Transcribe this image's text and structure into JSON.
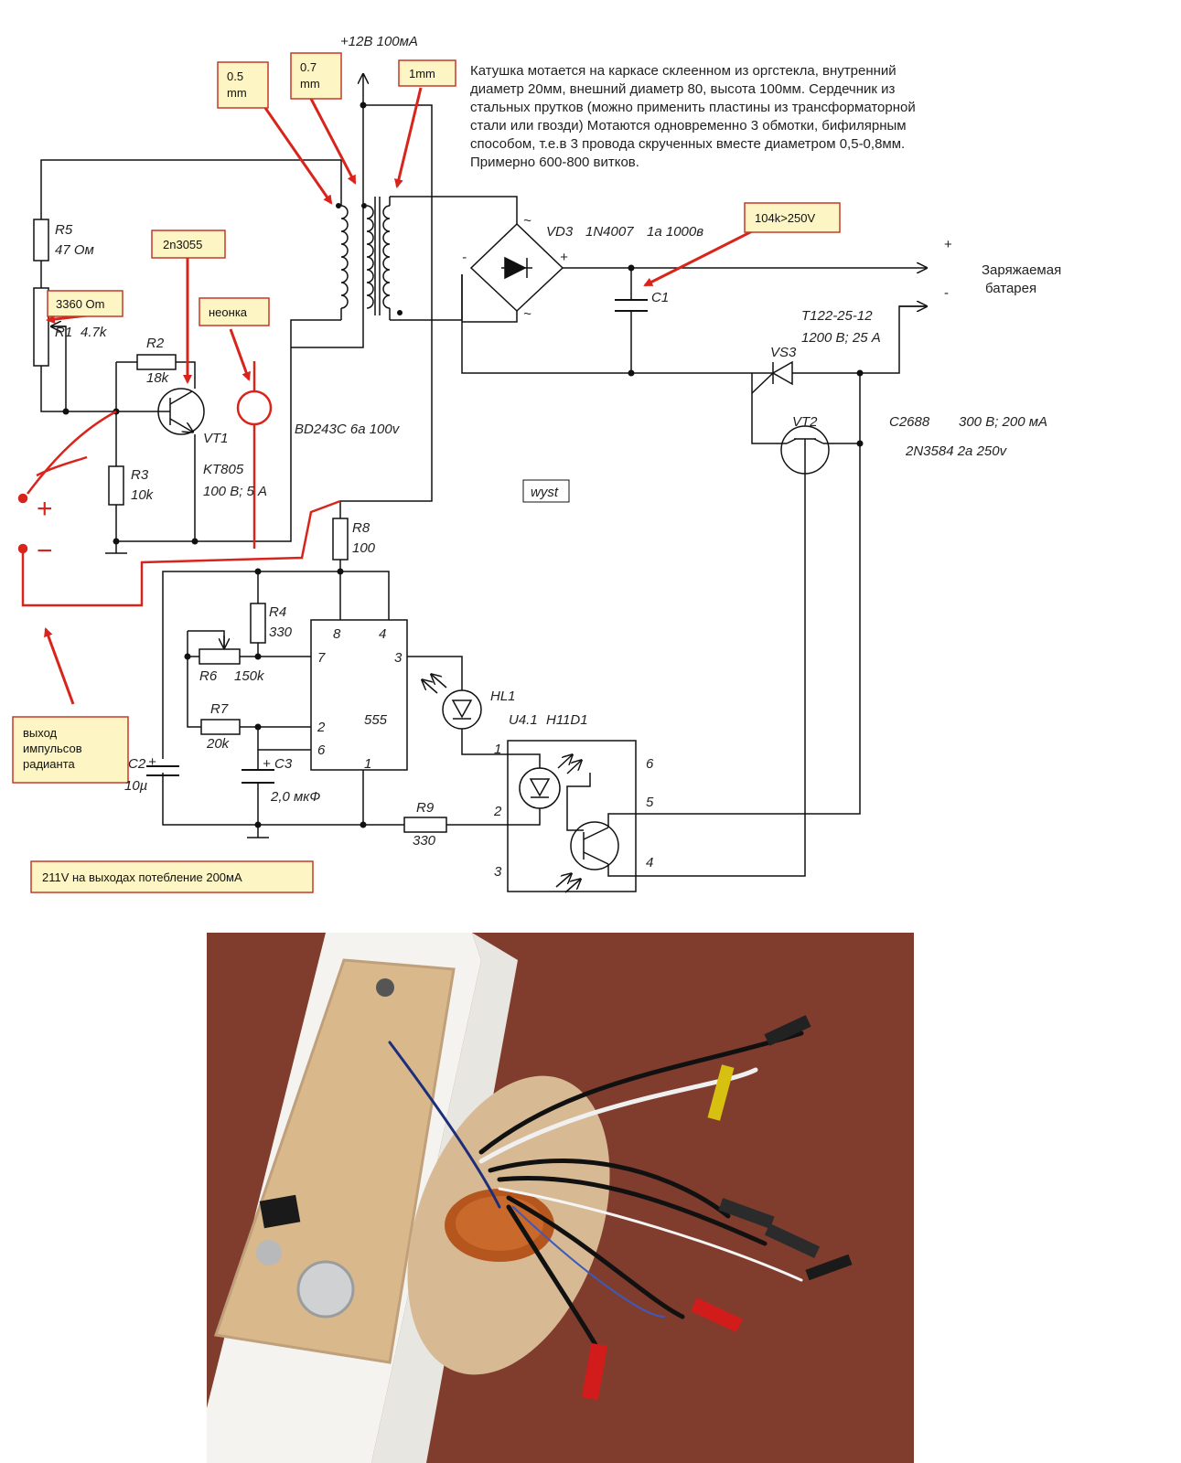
{
  "supply": {
    "label": "+12В 100мА"
  },
  "note": {
    "lines": [
      "Катушка мотается на каркасе склеенном из оргстекла, внутренний",
      "диаметр 20мм, внешний диаметр 80, высота 100мм. Сердечник из",
      "стальных прутков (можно применить пластины из трансформаторной",
      "стали или гвозди) Мотаются одновременно 3 обмотки, бифилярным",
      "способом, т.е.в 3 провода скрученных вместе диаметром 0,5-0,8мм.",
      "Примерно 600-800 витков."
    ]
  },
  "callouts": {
    "wire05": [
      "0.5",
      "mm"
    ],
    "wire07": [
      "0.7",
      "mm"
    ],
    "wire1": "1mm",
    "cap": "104k>250V",
    "r1": "3360 Om",
    "tr": "2n3055",
    "neon": "неонка",
    "output": [
      "выход",
      "импульсов",
      "радианта"
    ],
    "summary": "211V на выходах потебление 200мА"
  },
  "components": {
    "r5": {
      "name": "R5",
      "value": "47 Ом"
    },
    "r1": {
      "name": "R1",
      "value": "4.7k"
    },
    "r2": {
      "name": "R2",
      "value": "18k"
    },
    "r3": {
      "name": "R3",
      "value": "10k"
    },
    "vt1": {
      "name": "VT1",
      "type": "KT805",
      "rating": "100 В; 5 А"
    },
    "bd": "BD243C  6а 100v",
    "vd3": {
      "name": "VD3",
      "type": "1N4007",
      "rating": "1а 1000в"
    },
    "c1": {
      "name": "C1"
    },
    "vs3": {
      "name": "VS3",
      "type": "T122-25-12",
      "rating": "1200 В; 25 А"
    },
    "vt2": {
      "name": "VT2",
      "type": "C2688",
      "rating": "300 В; 200 мА",
      "alt": "2N3584  2а 250v"
    },
    "r8": {
      "name": "R8",
      "value": "100"
    },
    "r4": {
      "name": "R4",
      "value": "330"
    },
    "r6": {
      "name": "R6",
      "value": "150k"
    },
    "r7": {
      "name": "R7",
      "value": "20k"
    },
    "c2": {
      "name": "C2",
      "value": "10µ"
    },
    "c3": {
      "name": "C3",
      "value": "2,0 мкФ"
    },
    "r9": {
      "name": "R9",
      "value": "330"
    },
    "ic": {
      "name": "555"
    },
    "hl1": {
      "name": "HL1"
    },
    "u41": {
      "name": "U4.1",
      "type": "H11D1"
    },
    "stamp": "wyst"
  },
  "battery": {
    "label_1": "Заряжаемая",
    "label_2": "батарея",
    "plus": "+",
    "minus": "-"
  },
  "pins": {
    "p8": "8",
    "p4": "4",
    "p7": "7",
    "p3": "3",
    "p2": "2",
    "p6": "6",
    "p1": "1",
    "o1": "1",
    "o2": "2",
    "o3": "3",
    "o4": "4",
    "o5": "5",
    "o6": "6"
  },
  "bridge": {
    "plus": "+",
    "minus": "-",
    "ac": "~"
  },
  "c_plus": "+",
  "input_marks": {
    "plus": "+",
    "minus": "−"
  },
  "colors": {
    "wire": "#111111",
    "callout_fill": "#fdf5c4",
    "callout_border": "#c43a2a",
    "arrow": "#d9241c"
  }
}
